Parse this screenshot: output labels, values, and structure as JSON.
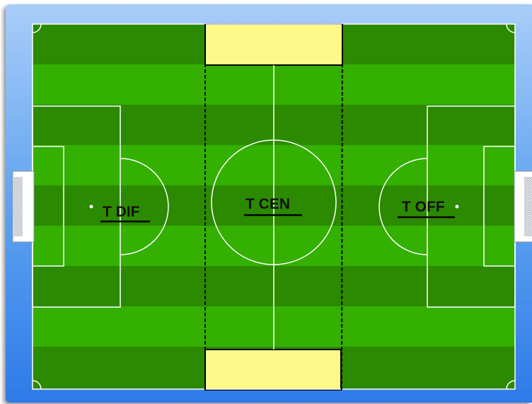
{
  "diagram": {
    "zones": {
      "defense": {
        "label": "T DIF"
      },
      "center": {
        "label": "T CEN"
      },
      "offense": {
        "label": "T OFF"
      }
    }
  },
  "colors": {
    "stripe_dark": "#2b8a00",
    "stripe_light": "#34b000",
    "line": "#ffffff",
    "highlight_box": "#fff98a",
    "frame_top": "#a9cdf8",
    "frame_bottom": "#2f7ae8"
  }
}
